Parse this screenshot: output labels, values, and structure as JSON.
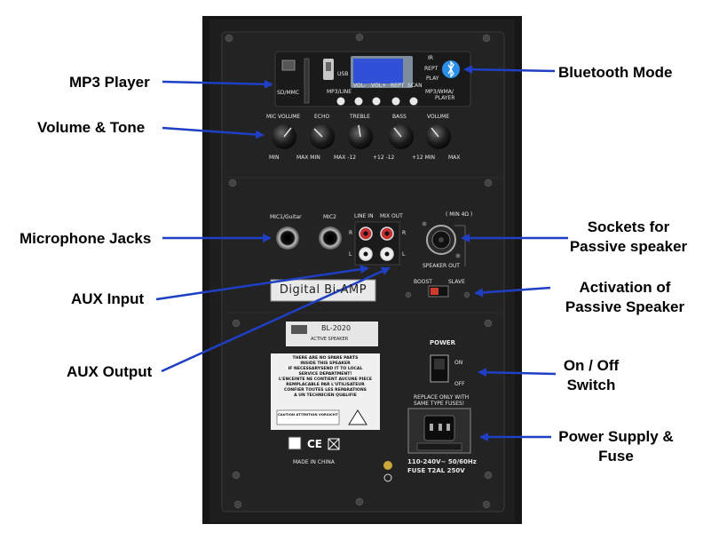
{
  "callouts": {
    "mp3_player": "MP3 Player",
    "volume_tone": "Volume & Tone",
    "microphone_jacks": "Microphone Jacks",
    "aux_input": "AUX Input",
    "aux_output": "AUX Output",
    "bluetooth_mode": "Bluetooth Mode",
    "passive_sockets_1": "Sockets for",
    "passive_sockets_2": "Passive speaker",
    "activation_1": "Activation of",
    "activation_2": "Passive Speaker",
    "onoff_1": "On / Off",
    "onoff_2": "Switch",
    "power_1": "Power Supply &",
    "power_2": "Fuse"
  },
  "panel": {
    "sd_mmc": "SD/MMC",
    "usb": "USB",
    "ir": "IR",
    "rept": "REPT",
    "play": "PLAY",
    "mp3_wma": "MP3/WMA/",
    "player": "PLAYER",
    "btn_mp3line": "MP3/LINE",
    "btn_vol_minus": "VOL-",
    "btn_vol_plus": "VOL+",
    "btn_rept": "REPT",
    "btn_scan": "SCAN",
    "knob_mic_volume": "MIC VOLUME",
    "knob_echo": "ECHO",
    "knob_treble": "TREBLE",
    "knob_bass": "BASS",
    "knob_volume": "VOLUME",
    "scale_1": "MIN",
    "scale_2": "MAX MIN",
    "scale_3": "MAX -12",
    "scale_4": "+12 -12",
    "scale_5": "+12 MIN",
    "scale_6": "MAX",
    "mic_guitar": "MIC1/Guitar",
    "mic2": "MIC2",
    "line_in": "LINE IN",
    "mix_out": "MIX OUT",
    "min_4ohm": "( MIN 4Ω )",
    "r_left": "R",
    "r_right": "R",
    "l_left": "L",
    "l_right": "L",
    "speaker_out": "SPEAKER OUT",
    "boost": "BOOST",
    "slave": "SLAVE",
    "digital_biamp": "Digital Bi-AMP",
    "model": "BL-2020",
    "active_speaker": "ACTIVE SPEAKER",
    "power": "POWER",
    "on": "ON",
    "off": "OFF",
    "warning_1": "THERE ARE NO SPARE PARTS",
    "warning_2": "INSIDE THIS SPEAKER",
    "warning_3": "IF NECESSARYSEND IT TO LOCAL",
    "warning_4": "SERVICE DEPARTMENT!",
    "warning_5": "L'ENCEINTE NE CONTIENT AUCUNE PIECE",
    "warning_6": "REMPLACABLE PAR L'UTILISATEUR",
    "warning_7": "CONFIER TOUTES LES REPARATIONS",
    "warning_8": "A UN TECHNICIEN QUALIFIE",
    "caution": "CAUTION ATTENTION VORSICHT",
    "replace_1": "REPLACE ONLY WITH",
    "replace_2": "SAME TYPE FUSES!",
    "made_in": "MADE IN CHINA",
    "voltage": "110-240V~  50/60Hz",
    "fuse": "FUSE T2AL 250V"
  },
  "colors": {
    "arrow": "#1f3fc4",
    "panel": "#1a1a1a",
    "panel_inner": "#222222",
    "accent": "#2b8fe8"
  }
}
